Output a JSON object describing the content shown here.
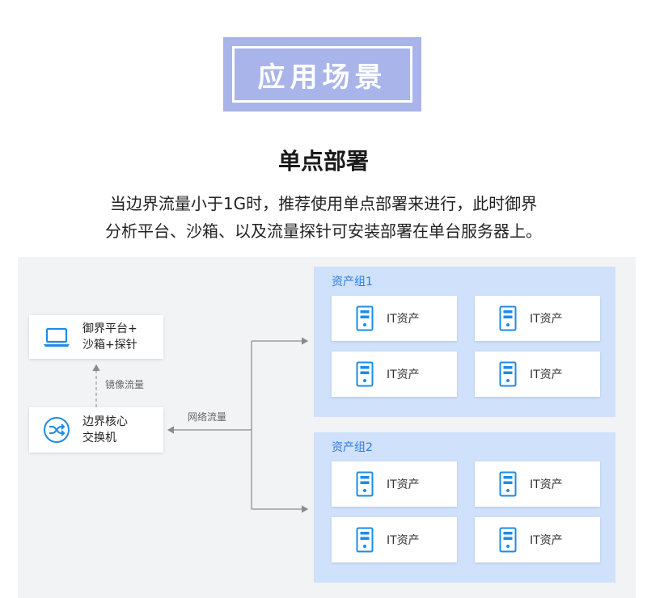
{
  "banner": {
    "title": "应用场景"
  },
  "section": {
    "heading": "单点部署",
    "desc_line1": "当边界流量小于1G时，推荐使用单点部署来进行，此时御界",
    "desc_line2": "分析平台、沙箱、以及流量探针可安装部署在单台服务器上。"
  },
  "diagram": {
    "platform": {
      "line1": "御界平台+",
      "line2": "沙箱+探针",
      "icon": "laptop-icon"
    },
    "switch": {
      "line1": "边界核心",
      "line2": "交换机",
      "icon": "switch-shuffle-icon"
    },
    "edges": {
      "mirror_label": "镜像流量",
      "network_label": "网络流量"
    },
    "groups": [
      {
        "title": "资产组1",
        "assets": [
          "IT资产",
          "IT资产",
          "IT资产",
          "IT资产"
        ]
      },
      {
        "title": "资产组2",
        "assets": [
          "IT资产",
          "IT资产",
          "IT资产",
          "IT资产"
        ]
      }
    ],
    "asset_icon": "server-icon",
    "colors": {
      "accent": "#2d7bdc",
      "icon_blue": "#1e8be6",
      "group_bg": "#cfe1fb",
      "banner": "#a9b4ea"
    }
  }
}
